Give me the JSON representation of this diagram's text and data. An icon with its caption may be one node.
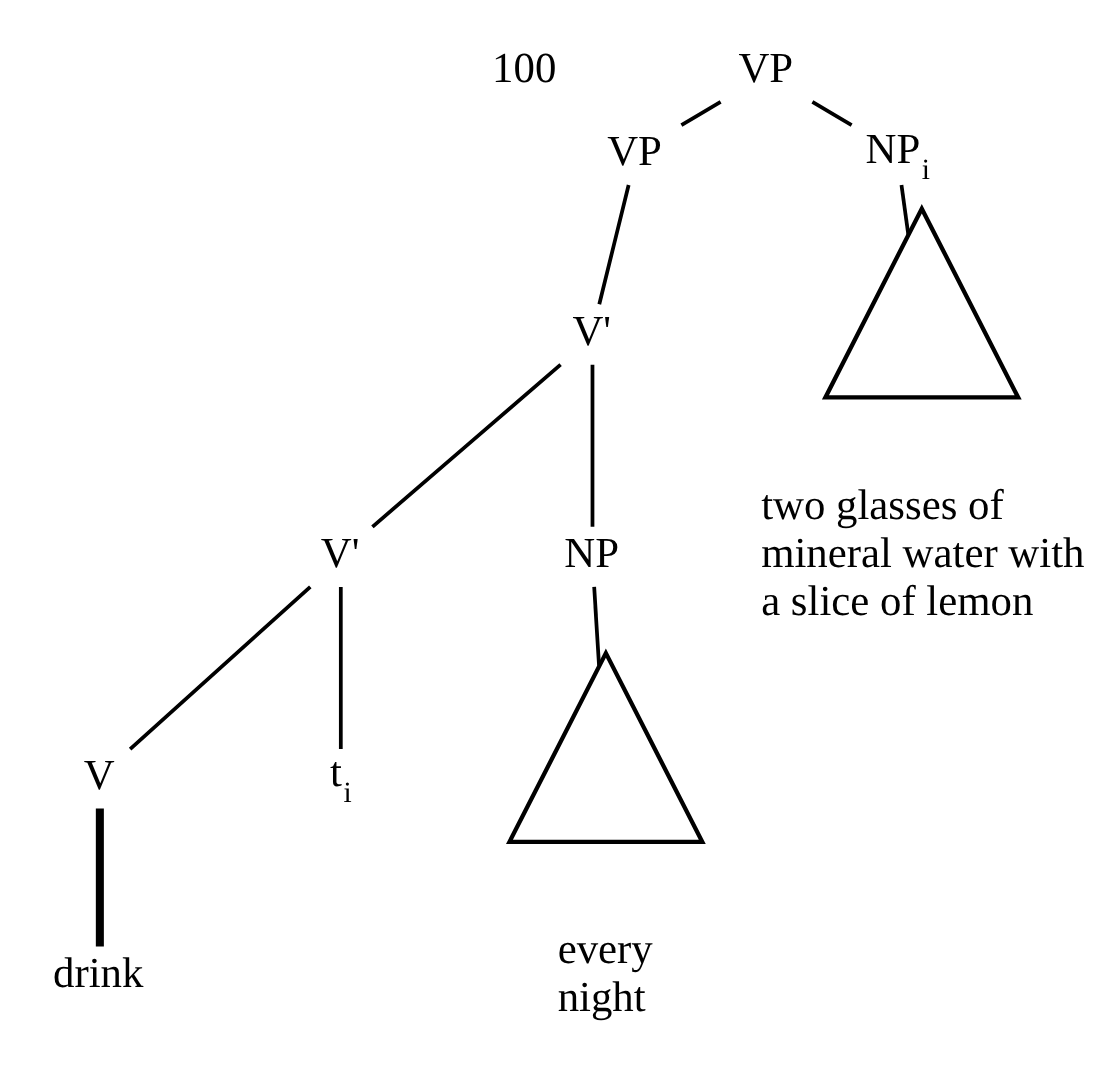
{
  "diagram": {
    "nodes": [
      {
        "text": [
          "VP"
        ]
      },
      {
        "text": [
          "VP"
        ]
      },
      {
        "text": [
          "V'"
        ]
      },
      {
        "text": [
          "NP$_{i}$"
        ]
      },
      {
        "text": [
          "V'"
        ]
      },
      {
        "text": [
          "NP"
        ]
      },
      {
        "text": [],
        "shape": "triangle",
        "beside": [
          "every night"
        ]
      },
      {
        "text": [],
        "shape": "triangle",
        "beside": [
          "two glasses of mineral water with a slice of lemon"
        ]
      },
      {
        "text": [
          "V"
        ]
      },
      {
        "text": [
          "t$_{i}$"
        ]
      },
      {
        "text": [
          "drink"
        ]
      }
    ],
    "edges": [
      {
        "from": 0,
        "to": 1,
        "arrow": "none"
      },
      {
        "from": 0,
        "to": 3,
        "arrow": "none"
      },
      {
        "from": 1,
        "to": 2,
        "arrow": "none"
      },
      {
        "from": 2,
        "to": 4,
        "arrow": "none"
      },
      {
        "from": 2,
        "to": 5,
        "arrow": "none"
      },
      {
        "from": 3,
        "to": 7,
        "arrow": "none"
      },
      {
        "from": 4,
        "to": 8,
        "arrow": "none"
      },
      {
        "from": 4,
        "to": 9,
        "arrow": "none"
      },
      {
        "from": 5,
        "to": 6,
        "arrow": "none"
      },
      {
        "from": 8,
        "to": 10,
        "arrow": "none",
        "style": "thick"
      }
    ],
    "labels": [
      "100"
    ]
  }
}
